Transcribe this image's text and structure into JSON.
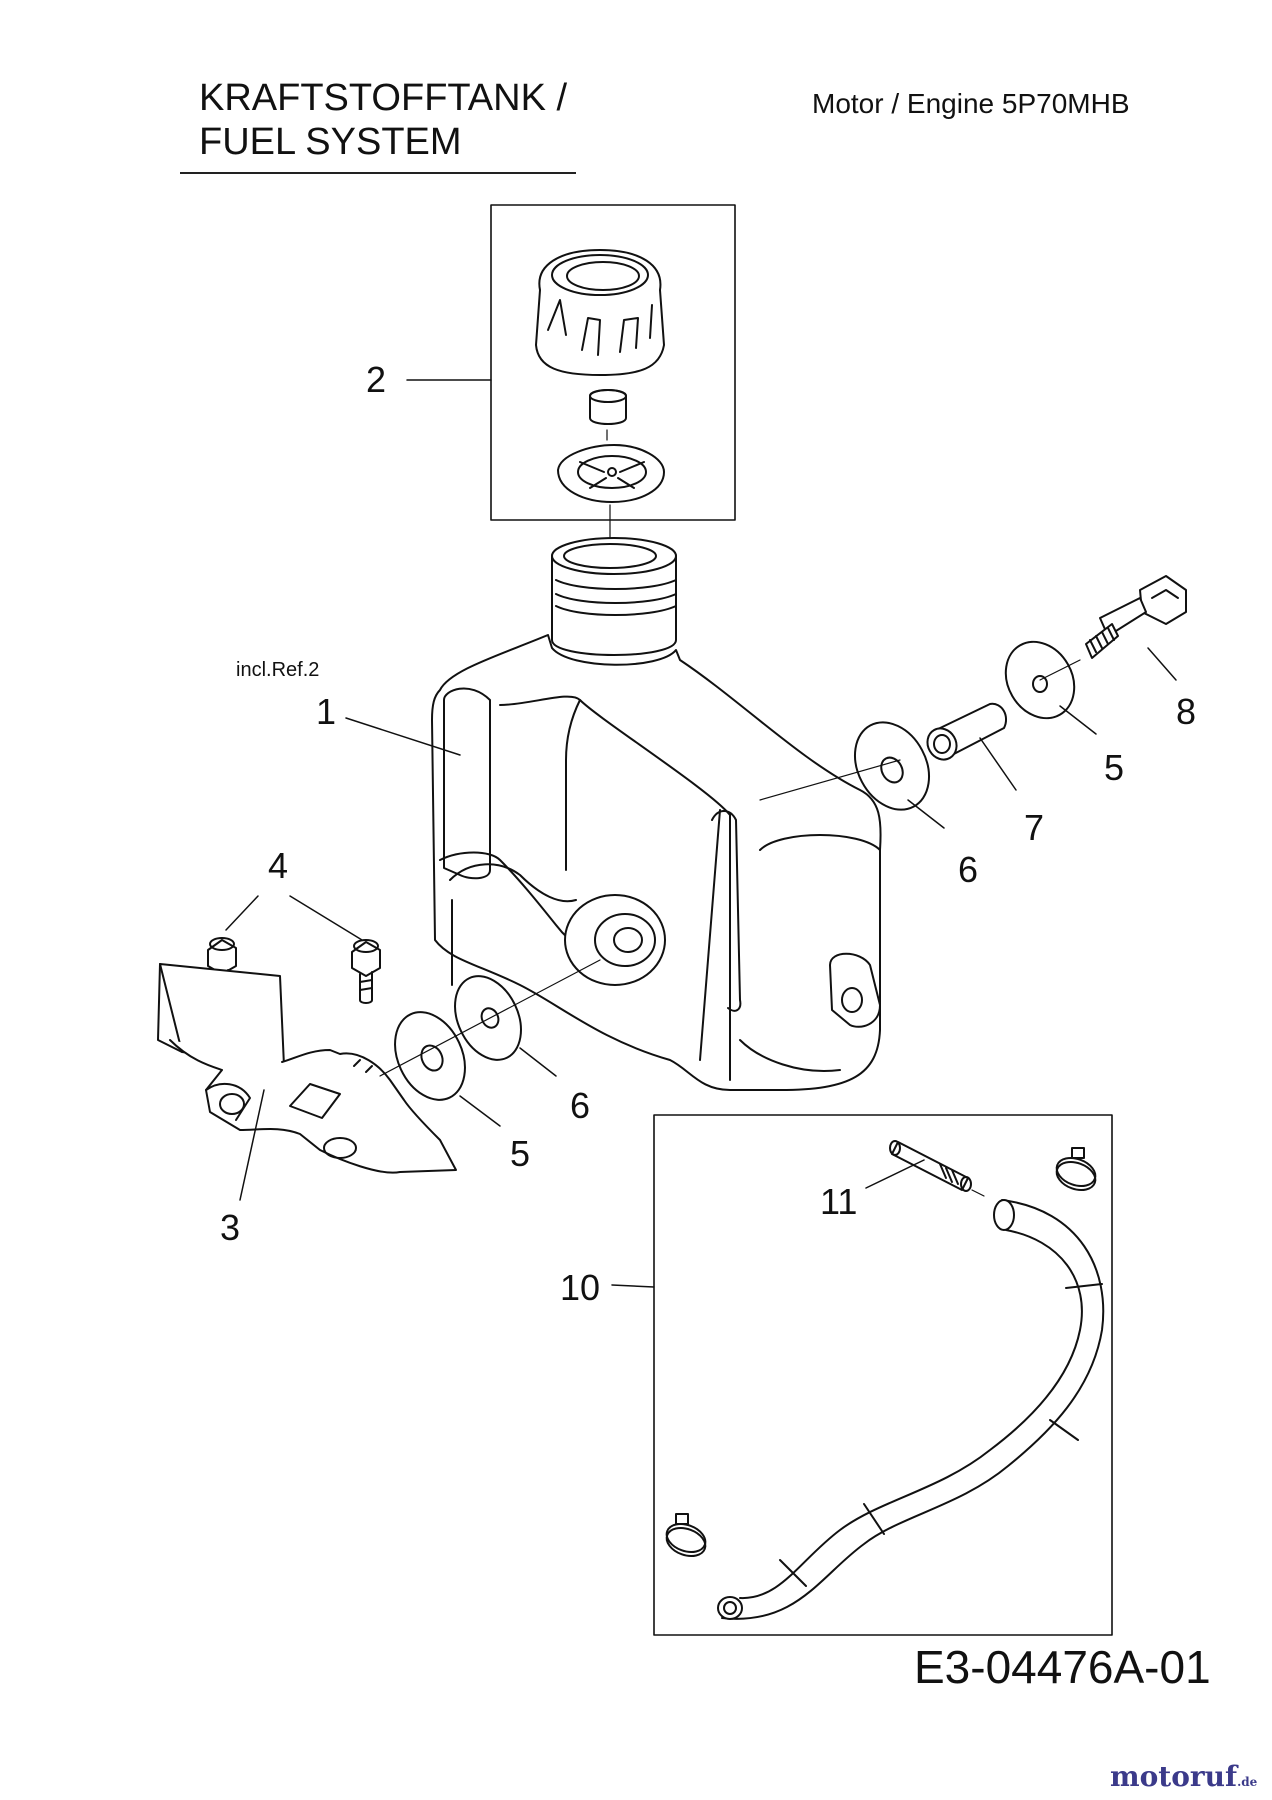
{
  "header": {
    "title_line1": "KRAFTSTOFFTANK /",
    "title_line2": "FUEL SYSTEM",
    "engine": "Motor / Engine  5P70MHB"
  },
  "callouts": {
    "c1": "1",
    "c2": "2",
    "c3": "3",
    "c4": "4",
    "c5a": "5",
    "c5b": "5",
    "c6a": "6",
    "c6b": "6",
    "c7": "7",
    "c8": "8",
    "c10": "10",
    "c11": "11",
    "incl_ref": "incl.Ref.2"
  },
  "footer": {
    "drawing_code": "E3-04476A-01",
    "brand": "motoruf",
    "brand_suffix": ".de"
  }
}
